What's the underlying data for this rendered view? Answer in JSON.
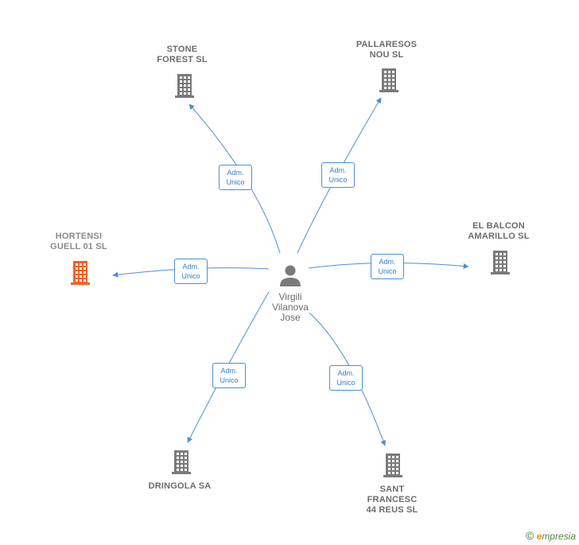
{
  "center": {
    "name": "Virgili\nVilanova\nJose"
  },
  "relation_label": "Adm.\nUnico",
  "nodes": [
    {
      "id": "stone-forest",
      "name": "STONE\nFOREST  SL",
      "highlight": false
    },
    {
      "id": "pallaresos-nou",
      "name": "PALLARESOS\nNOU SL",
      "highlight": false
    },
    {
      "id": "el-balcon-amarillo",
      "name": "EL BALCON\nAMARILLO  SL",
      "highlight": false
    },
    {
      "id": "hortensi-guell",
      "name": "HORTENSI\nGUELL 01  SL",
      "highlight": true
    },
    {
      "id": "dringola",
      "name": "DRINGOLA SA",
      "highlight": false
    },
    {
      "id": "sant-francesc",
      "name": "SANT\nFRANCESC\n44 REUS  SL",
      "highlight": false
    }
  ],
  "colors": {
    "edge": "#4a8fd6",
    "building": "#7a7a7a",
    "building_highlight": "#f0642a",
    "person": "#7a7a7a"
  },
  "icons": {
    "company": "building-icon",
    "person": "person-icon"
  },
  "footer": {
    "copyright": "©",
    "brand_initial": "e",
    "brand_rest": "mpresia"
  }
}
